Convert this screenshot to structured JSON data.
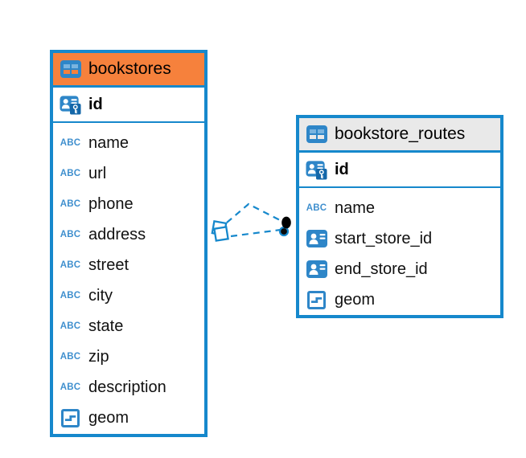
{
  "diagram": {
    "colors": {
      "accent_blue": "#1688CC",
      "icon_blue": "#2E86C8",
      "key_blue": "#1467A9",
      "abc_blue": "#3F8FCE",
      "bookstores_header": "#F6813C",
      "routes_header": "#E9E9E9",
      "canvas_background": "#FFFFFF"
    },
    "icons": {
      "abc_label": "ABC"
    },
    "tables": [
      {
        "name": "bookstores",
        "title": "bookstores",
        "primary_key": {
          "name": "id",
          "icon": "person-key-icon"
        },
        "columns": [
          {
            "name": "name",
            "icon": "abc-icon"
          },
          {
            "name": "url",
            "icon": "abc-icon"
          },
          {
            "name": "phone",
            "icon": "abc-icon"
          },
          {
            "name": "address",
            "icon": "abc-icon"
          },
          {
            "name": "street",
            "icon": "abc-icon"
          },
          {
            "name": "city",
            "icon": "abc-icon"
          },
          {
            "name": "state",
            "icon": "abc-icon"
          },
          {
            "name": "zip",
            "icon": "abc-icon"
          },
          {
            "name": "description",
            "icon": "abc-icon"
          },
          {
            "name": "geom",
            "icon": "geometry-icon"
          }
        ]
      },
      {
        "name": "bookstore_routes",
        "title": "bookstore_routes",
        "primary_key": {
          "name": "id",
          "icon": "person-key-icon"
        },
        "columns": [
          {
            "name": "name",
            "icon": "abc-icon"
          },
          {
            "name": "start_store_id",
            "icon": "person-icon"
          },
          {
            "name": "end_store_id",
            "icon": "person-icon"
          },
          {
            "name": "geom",
            "icon": "geometry-icon"
          }
        ]
      }
    ],
    "relationship": {
      "style": "dashed",
      "color": "#1688CC",
      "source_table": "bookstore_routes",
      "target_table": "bookstores",
      "source_end_marker": "dots",
      "target_end_marker": "stacked-diamonds"
    }
  }
}
